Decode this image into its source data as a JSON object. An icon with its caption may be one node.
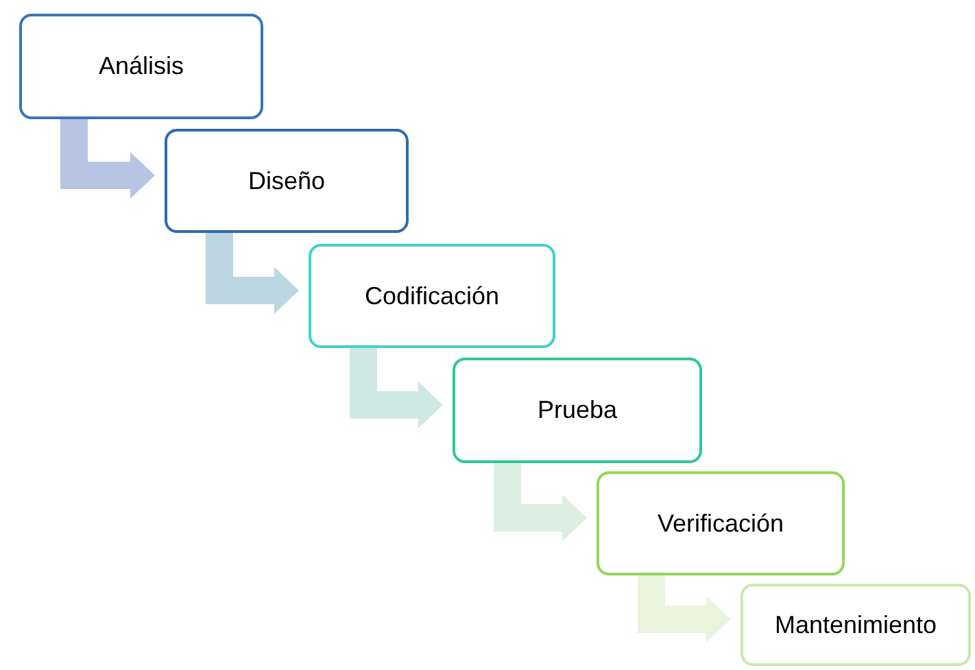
{
  "diagram": {
    "nodes": [
      {
        "text": [
          "Análisis"
        ]
      },
      {
        "text": [
          "Diseño"
        ]
      },
      {
        "text": [
          "Codificación"
        ]
      },
      {
        "text": [
          "Prueba"
        ]
      },
      {
        "text": [
          "Verificación"
        ]
      },
      {
        "text": [
          "Mantenimiento"
        ]
      }
    ],
    "edges": [
      {
        "from": 0,
        "to": 1,
        "arrow": "to",
        "color": "#b7c4e4"
      },
      {
        "from": 1,
        "to": 2,
        "arrow": "to",
        "color": "#bcd7e2"
      },
      {
        "from": 2,
        "to": 3,
        "arrow": "to",
        "color": "#cfe8e3"
      },
      {
        "from": 3,
        "to": 4,
        "arrow": "to",
        "color": "#dcefe0"
      },
      {
        "from": 4,
        "to": 5,
        "arrow": "to",
        "color": "#e8f4dc"
      }
    ]
  }
}
